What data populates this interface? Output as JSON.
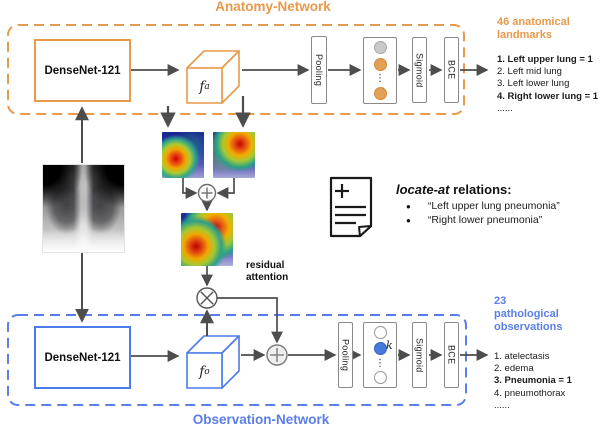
{
  "colors": {
    "anatomy_orange": "#E8994A",
    "observation_blue": "#5B7EE8",
    "arrow_gray": "#4D4D4D",
    "neuron_orange": "#E5A057",
    "neuron_gray": "#C9C9C9",
    "neuron_blue": "#4679D9"
  },
  "anatomy": {
    "title": "Anatomy-Network",
    "backbone": "DenseNet-121",
    "feature": {
      "symbol": "f",
      "sub": "a"
    },
    "pipeline": {
      "pooling": "Pooling",
      "sigmoid": "Sigmoid",
      "bce": "BCE"
    },
    "header": "46 anatomical landmarks",
    "items": [
      "1. Left upper lung = 1",
      "2. Left mid lung",
      "3. Left lower lung",
      "4. Right lower lung = 1"
    ],
    "ellipsis": "......"
  },
  "observation": {
    "title": "Observation-Network",
    "backbone": "DenseNet-121",
    "feature": {
      "symbol": "f",
      "sub": "o"
    },
    "pipeline": {
      "pooling": "Pooling",
      "sigmoid": "Sigmoid",
      "bce": "BCE"
    },
    "neuron_label": "k",
    "header": "23 pathological observations",
    "items": [
      "1. atelectasis",
      "2. edema",
      "3. Pneumonia = 1",
      "4. pneumothorax"
    ],
    "ellipsis": "......"
  },
  "relations": {
    "title_em": "locate-at",
    "title_rest": " relations:",
    "bullet": "●",
    "items": [
      "“Left upper lung pneumonia”",
      "“Right lower pneumonia”"
    ]
  },
  "residual_label": "residual attention"
}
